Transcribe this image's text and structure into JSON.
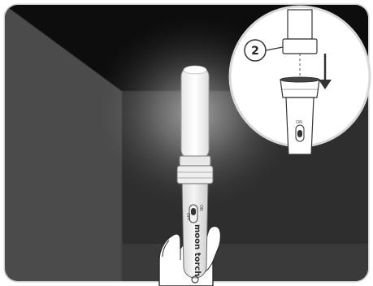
{
  "illustration": {
    "brand_text": "moon torch",
    "switch_on": "ON",
    "switch_off": "OFF",
    "step_number": "2",
    "inset_switch_label": "ON"
  },
  "colors": {
    "frame_border": "#cfcfcf",
    "ceiling": "#0d0d0d",
    "left_wall": "#4a4a4a",
    "back_wall": "#2a2a2a",
    "floor": "#3c3c3c",
    "glow": "#ffffff",
    "outline": "#2b2b2b",
    "inset_bg": "#ffffff"
  }
}
